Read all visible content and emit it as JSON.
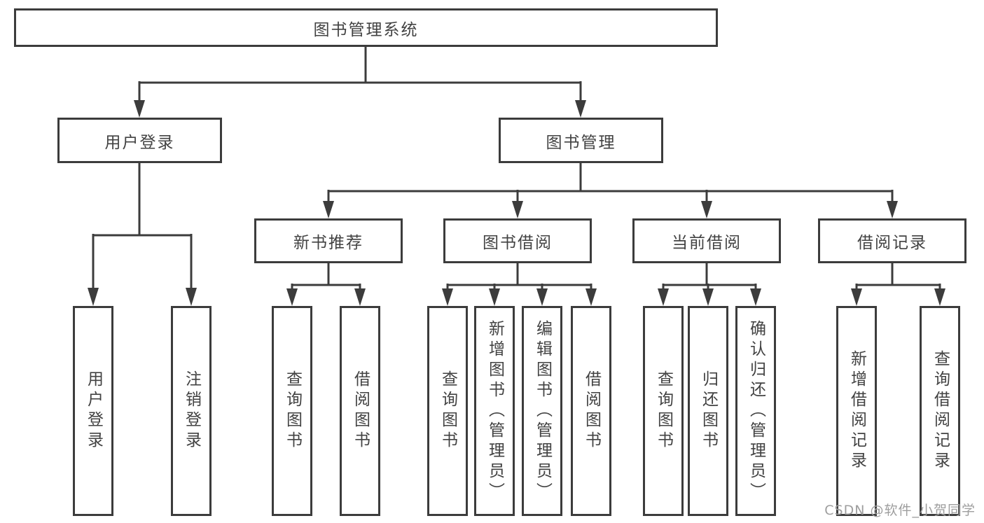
{
  "diagram": {
    "root": {
      "label": "图书管理系统"
    },
    "level2": [
      {
        "id": "user-login",
        "label": "用户登录"
      },
      {
        "id": "book-management",
        "label": "图书管理"
      }
    ],
    "level3": [
      {
        "id": "new-book-recommendation",
        "label": "新书推荐"
      },
      {
        "id": "book-borrowing",
        "label": "图书借阅"
      },
      {
        "id": "current-borrowing",
        "label": "当前借阅"
      },
      {
        "id": "borrowing-records",
        "label": "借阅记录"
      }
    ],
    "leaf_groups": [
      {
        "parent": "user-login",
        "items": [
          "用户登录",
          "注销登录"
        ]
      },
      {
        "parent": "new-book-recommendation",
        "items": [
          "查询图书",
          "借阅图书"
        ]
      },
      {
        "parent": "book-borrowing",
        "items": [
          "查询图书",
          "新增图书（管理员）",
          "编辑图书（管理员）",
          "借阅图书"
        ]
      },
      {
        "parent": "current-borrowing",
        "items": [
          "查询图书",
          "归还图书",
          "确认归还（管理员）"
        ]
      },
      {
        "parent": "borrowing-records",
        "items": [
          "新增借阅记录",
          "查询借阅记录"
        ]
      }
    ]
  },
  "watermark": {
    "text": "CSDN @软件_小贺同学"
  },
  "colors": {
    "line": "#3c3c3c",
    "text": "#424242",
    "watermark": "#9e9e9e",
    "background": "#ffffff"
  }
}
